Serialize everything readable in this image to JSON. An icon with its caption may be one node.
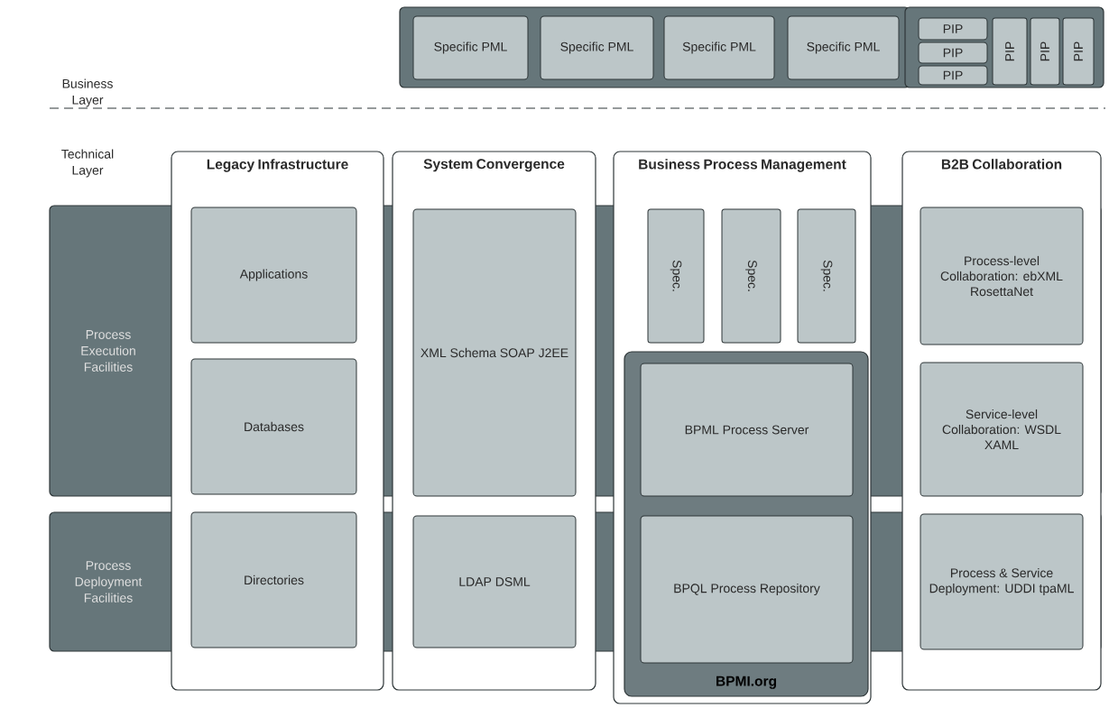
{
  "diagram": {
    "nodes": [
      {
        "text": [],
        "shape": "box"
      },
      {
        "text": [
          "Specific PML"
        ],
        "in": 0
      },
      {
        "text": [
          "Specific PML"
        ],
        "in": 0
      },
      {
        "text": [
          "Specific PML"
        ],
        "in": 0
      },
      {
        "text": [
          "Specific PML"
        ],
        "in": 0
      },
      {
        "text": [],
        "shape": "box"
      },
      {
        "text": [
          "PIP"
        ],
        "in": 5
      },
      {
        "text": [
          "PIP"
        ],
        "in": 5
      },
      {
        "text": [
          "PIP"
        ],
        "in": 5
      },
      {
        "text": [
          "PIP"
        ],
        "in": 5
      },
      {
        "text": [
          "PIP"
        ],
        "in": 5
      },
      {
        "text": [
          "PIP"
        ],
        "in": 5
      },
      {
        "text": [
          "Process Execution Facilities"
        ]
      },
      {
        "text": [
          "Process Deployment Facilities"
        ]
      },
      {
        "text": [
          "Legacy Infrastructure"
        ]
      },
      {
        "text": [
          "Applications"
        ]
      },
      {
        "text": [
          "Databases"
        ]
      },
      {
        "text": [
          "Directories"
        ]
      },
      {
        "text": [
          "System Convergence"
        ]
      },
      {
        "text": [
          "XML Schema SOAP J2EE"
        ]
      },
      {
        "text": [
          "LDAP DSML"
        ]
      },
      {
        "text": [
          "Business Process Management"
        ]
      },
      {
        "text": [
          "Spec."
        ]
      },
      {
        "text": [
          "Spec."
        ]
      },
      {
        "text": [
          "Spec."
        ]
      },
      {
        "text": [
          "BPMI.org"
        ],
        "in": 21
      },
      {
        "text": [
          "BPML Process Server"
        ]
      },
      {
        "text": [
          "BPQL Process Repository"
        ],
        "in": 25
      },
      {
        "text": [
          "B2B Collaboration"
        ]
      },
      {
        "text": [
          "Process-level Collaboration: ebXML RosettaNet"
        ]
      },
      {
        "text": [
          "Service-level Collaboration: WSDL XAML"
        ]
      },
      {
        "text": [
          "Process & Service Deployment: UDDI tpaML"
        ]
      }
    ],
    "edges": [],
    "labels": [
      "Business Layer",
      "Technical Layer"
    ]
  }
}
